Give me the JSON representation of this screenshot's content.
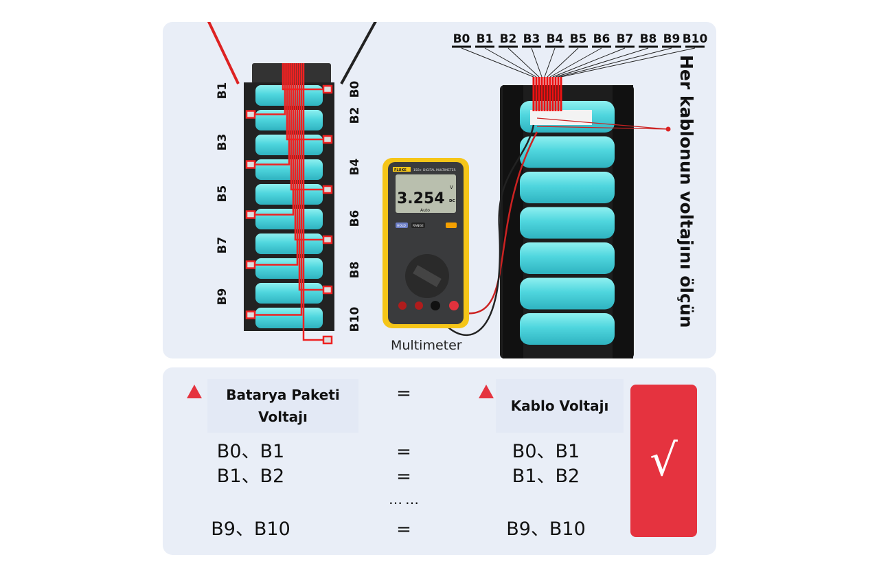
{
  "top_labels": [
    "B0",
    "B1",
    "B2",
    "B3",
    "B4",
    "B5",
    "B6",
    "B7",
    "B8",
    "B9",
    "B10"
  ],
  "left_pack": {
    "left_labels": [
      "B1",
      "B3",
      "B5",
      "B7",
      "B9"
    ],
    "right_labels": [
      "B0",
      "B2",
      "B4",
      "B6",
      "B8",
      "B10"
    ]
  },
  "multimeter": {
    "brand": "FLUKE",
    "model": "15B+ DIGITAL MULTIMETER",
    "reading": "3.254",
    "unit": "V",
    "mode": "DC",
    "auto": "Auto",
    "hold": "HOLD",
    "range": "RANGE",
    "caption": "Multimeter"
  },
  "instruction": "Her kablonun voltajını ölçün",
  "table": {
    "header_left": "Batarya Paketi Voltajı",
    "header_eq": "=",
    "header_right": "Kablo Voltajı",
    "rows": [
      {
        "left": "B0、B1",
        "eq": "=",
        "right": "B0、B1"
      },
      {
        "left": "B1、B2",
        "eq": "=",
        "right": "B1、B2"
      },
      {
        "left": "B9、B10",
        "eq": "=",
        "right": "B9、B10"
      }
    ],
    "ellipsis": "……",
    "check": "√"
  },
  "colors": {
    "accent_red": "#e5333f",
    "cell_cyan": "#4fd6de",
    "panel": "#e9eef7"
  }
}
